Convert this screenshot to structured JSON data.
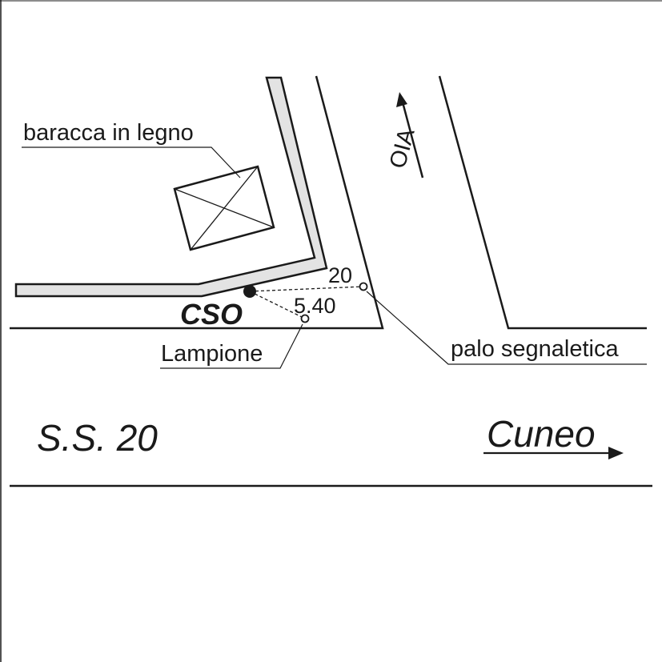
{
  "labels": {
    "hut": "baracca in legno",
    "station": "CSO",
    "dist_sign": "20",
    "dist_lamp": "5.40",
    "lamp": "Lampione",
    "sign_pole": "palo segnaletica",
    "road": "S.S. 20",
    "town": "Cuneo",
    "direction": "OIA"
  },
  "colors": {
    "ink": "#1a1a1a",
    "wall_fill": "#e3e3e3",
    "background": "#ffffff"
  }
}
